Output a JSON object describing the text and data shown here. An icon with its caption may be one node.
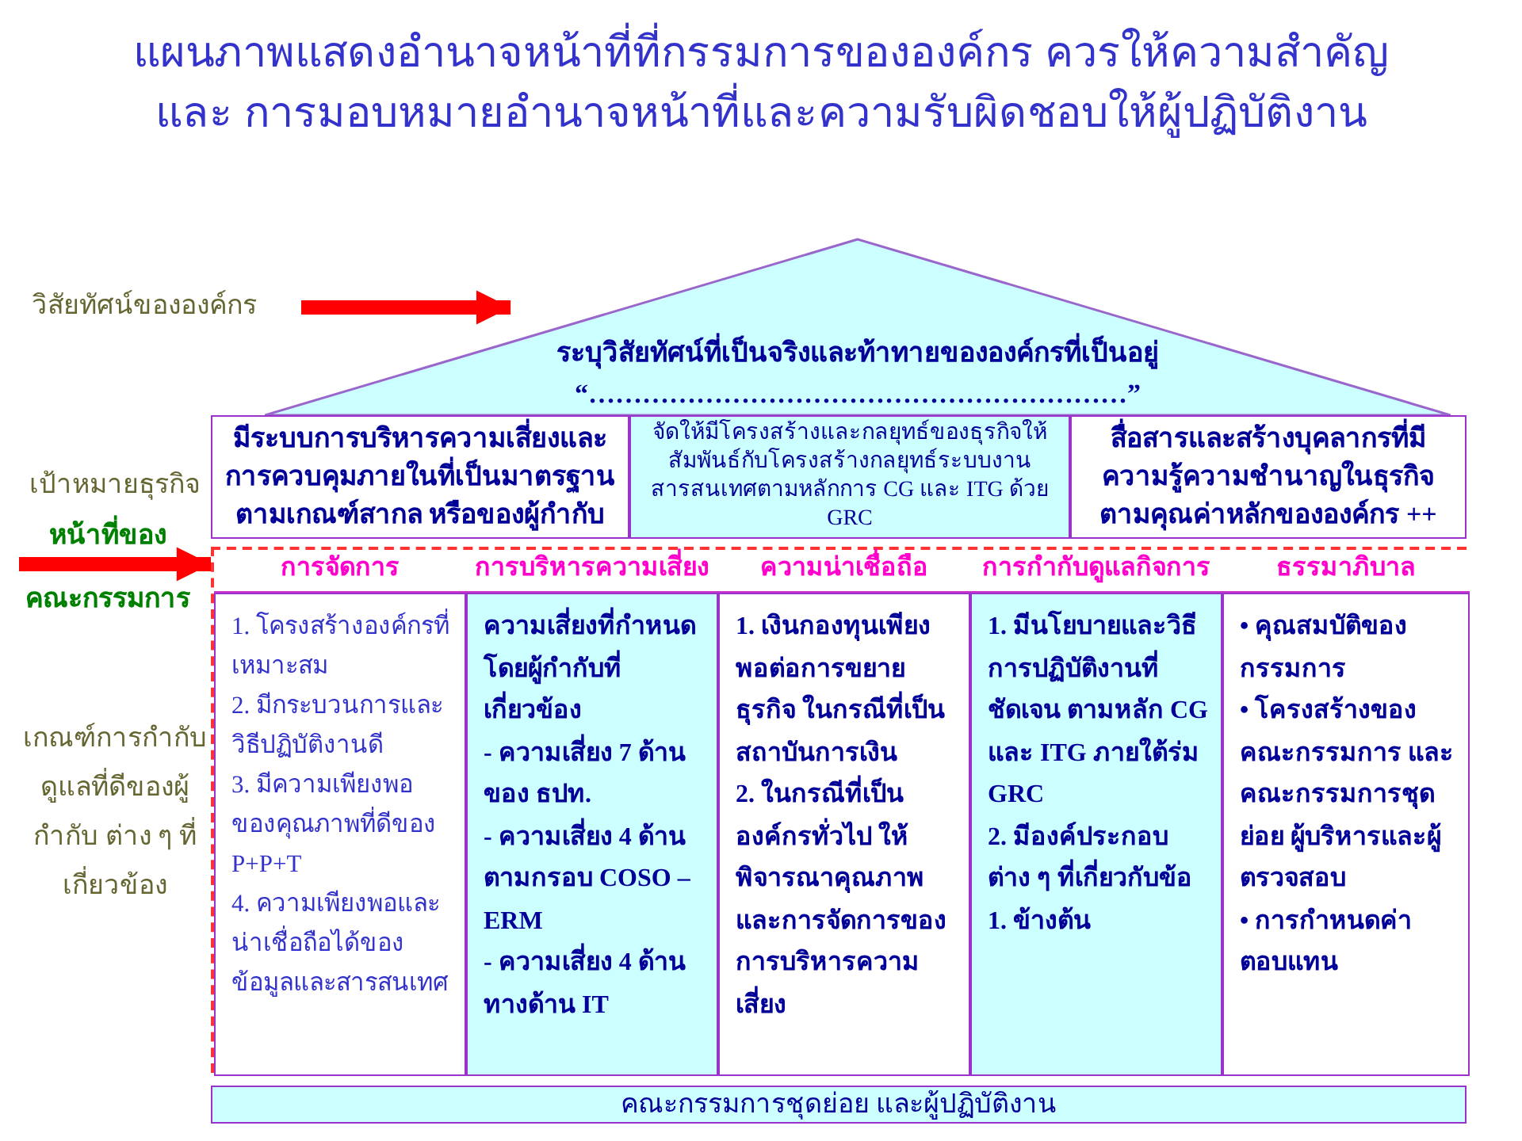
{
  "diagram": {
    "title": "แผนภาพแสดงอำนาจหน้าที่ที่กรรมการขององค์กร ควรให้ความสำคัญ และ การมอบหมายอำนาจหน้าที่และความรับผิดชอบให้ผู้ปฏิบัติงาน",
    "nodes": [
      {
        "text": [
          "วิสัยทัศน์ขององค์กร"
        ]
      },
      {
        "text": [
          "ระบุวิสัยทัศน์ที่เป็นจริงและท้าทายขององค์กรที่เป็นอยู่",
          "“……………………………………………………”"
        ]
      },
      {
        "text": [
          "มีระบบการบริหารความเสี่ยงและการควบคุมภายในที่เป็นมาตรฐานตามเกณฑ์สากล หรือของผู้กำกับ"
        ]
      },
      {
        "text": [
          "จัดให้มีโครงสร้างและกลยุทธ์ของธุรกิจให้สัมพันธ์กับโครงสร้างกลยุทธ์ระบบงานสารสนเทศตามหลักการ CG และ ITG ด้วย GRC"
        ]
      },
      {
        "text": [
          "สื่อสารและสร้างบุคลากรที่มีความรู้ความชำนาญในธุรกิจ ตามคุณค่าหลักขององค์กร ++"
        ]
      },
      {
        "text": [
          "หน้าที่ของ คณะกรรมการ"
        ]
      },
      {
        "text": [],
        "shape": "box"
      },
      {
        "text": [
          "การจัดการ"
        ],
        "in": 6
      },
      {
        "text": [
          "การบริหารความเสี่ยง"
        ],
        "in": 6
      },
      {
        "text": [
          "ความน่าเชื่อถือ"
        ],
        "in": 6
      },
      {
        "text": [
          "การกำกับดูแลกิจการ"
        ],
        "in": 6
      },
      {
        "text": [
          "ธรรมาภิบาล"
        ],
        "in": 6
      },
      {
        "text": [
          "1. โครงสร้างองค์กรที่เหมาะสม",
          "2. มีกระบวนการและวิธีปฏิบัติงานดี",
          "3. มีความเพียงพอของคุณภาพที่ดีของ P+P+T",
          "4. ความเพียงพอและน่าเชื่อถือได้ของข้อมูลและสารสนเทศ"
        ],
        "in": 6
      },
      {
        "text": [
          "ความเสี่ยงที่กำหนดโดยผู้กำกับที่เกี่ยวข้อง",
          "- ความเสี่ยง 7 ด้านของ ธปท.",
          "- ความเสี่ยง 4 ด้านตามกรอบ COSO – ERM",
          "- ความเสี่ยง 4 ด้านทางด้าน IT"
        ],
        "in": 6
      },
      {
        "text": [
          "1. เงินกองทุนเพียงพอต่อการขยายธุรกิจ ในกรณีที่เป็นสถาบันการเงิน",
          "2. ในกรณีที่เป็นองค์กรทั่วไป ให้พิจารณาคุณภาพและการจัดการของการบริหารความเสี่ยง"
        ],
        "in": 6
      },
      {
        "text": [
          "1. มีนโยบายและวิธีการปฏิบัติงานที่ชัดเจน ตามหลัก CG และ ITG ภายใต้ร่ม GRC",
          "2. มีองค์ประกอบต่าง ๆ ที่เกี่ยวกับข้อ 1. ข้างต้น"
        ],
        "in": 6
      },
      {
        "text": [
          "• คุณสมบัติของกรรมการ",
          "• โครงสร้างของคณะกรรมการ และคณะกรรมการชุดย่อย ผู้บริหารและผู้ตรวจสอบ",
          "• การกำหนดค่าตอบแทน"
        ],
        "in": 6
      },
      {
        "text": [
          "คณะกรรมการชุดย่อย และผู้ปฏิบัติงาน"
        ]
      }
    ],
    "edges": [
      {
        "from": 0,
        "to": 1,
        "arrow": "to"
      },
      {
        "from": 5,
        "to": 6,
        "arrow": "to"
      }
    ],
    "labels": [
      "เป้าหมายธุรกิจ",
      "เกณฑ์การกำกับดูแลที่ดีของผู้กำกับ ต่าง ๆ ที่เกี่ยวข้อง"
    ]
  }
}
